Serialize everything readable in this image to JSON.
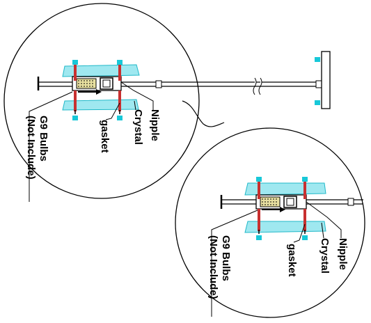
{
  "labels": {
    "nipple": "Nipple",
    "crystal": "Crystal",
    "gasket": "gasket",
    "bulbs": "G9 Bulbs",
    "not_include": "(Not Include)"
  },
  "colors": {
    "line": "#000000",
    "crystal_fill": "#9fe8f0",
    "crystal_edge": "#20b8c8",
    "clip": "#c83030",
    "dot": "#18c8d8"
  }
}
